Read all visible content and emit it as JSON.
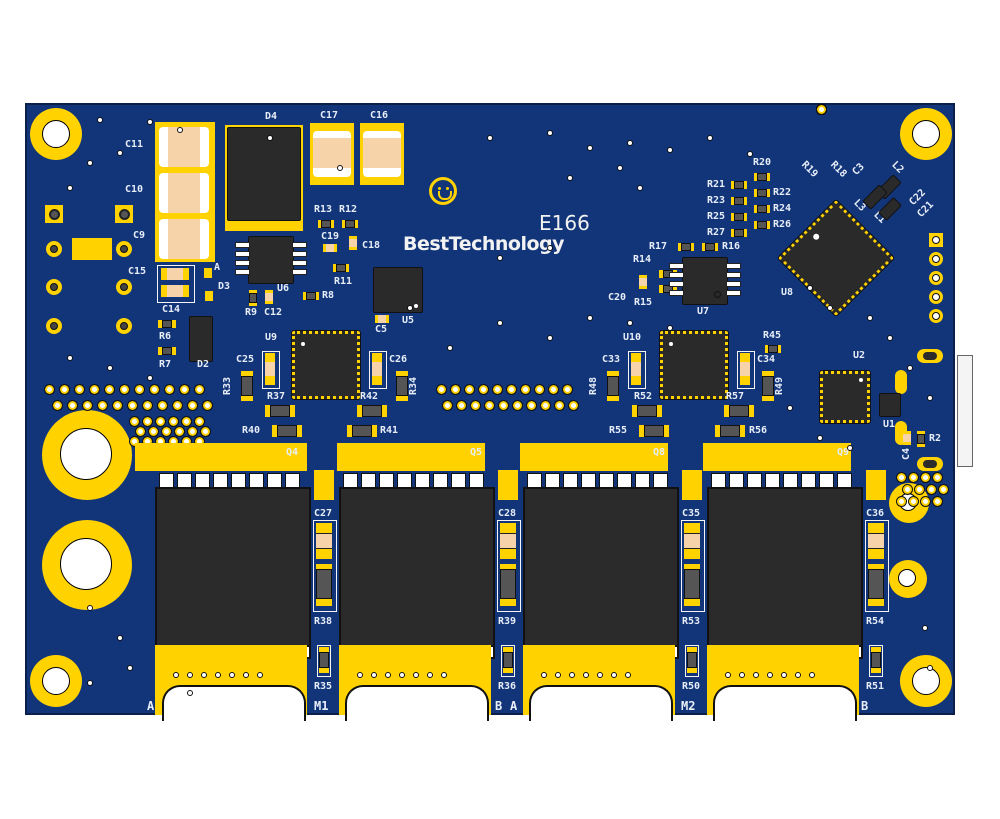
{
  "board": {
    "name": "E166",
    "brand": "BestTechnology",
    "colors": {
      "soldermask": "#12357a",
      "copper": "#ffd200",
      "silkscreen": "#e8eef8",
      "ic_body": "#2a2a2a",
      "capacitor_body": "#f7d3a9"
    }
  },
  "labels": {
    "D4": "D4",
    "C17": "C17",
    "C16": "C16",
    "C11": "C11",
    "C10": "C10",
    "C9": "C9",
    "C15": "C15",
    "C14": "C14",
    "D3": "D3",
    "A_d3": "A",
    "U6": "U6",
    "R13": "R13",
    "R12": "R12",
    "C19": "C19",
    "C18": "C18",
    "R11": "R11",
    "R8": "R8",
    "R9": "R9",
    "C12": "C12",
    "U5": "U5",
    "C5": "C5",
    "R6": "R6",
    "R7": "R7",
    "D2": "D2",
    "R20": "R20",
    "R21": "R21",
    "R22": "R22",
    "R23": "R23",
    "R24": "R24",
    "R25": "R25",
    "R26": "R26",
    "R27": "R27",
    "R19": "R19",
    "R18": "R18",
    "C3": "C3",
    "L2": "L2",
    "L3": "L3",
    "L1": "L1",
    "C22": "C22",
    "C21": "C21",
    "R17": "R17",
    "R16": "R16",
    "R14": "R14",
    "R15": "R15",
    "C20": "C20",
    "U7": "U7",
    "U8": "U8",
    "U9": "U9",
    "C25": "C25",
    "C26": "C26",
    "R33": "R33",
    "R34": "R34",
    "R37": "R37",
    "R42": "R42",
    "R40": "R40",
    "R41": "R41",
    "U10": "U10",
    "C33": "C33",
    "C34": "C34",
    "R48": "R48",
    "R49": "R49",
    "R52": "R52",
    "R57": "R57",
    "R55": "R55",
    "R56": "R56",
    "R45": "R45",
    "U2": "U2",
    "U1": "U1",
    "C4": "C4",
    "R2": "R2",
    "Q4": "Q4",
    "Q5": "Q5",
    "Q8": "Q8",
    "Q9": "Q9",
    "C27": "C27",
    "C28": "C28",
    "C35": "C35",
    "C36": "C36",
    "R38": "R38",
    "R39": "R39",
    "R53": "R53",
    "R54": "R54",
    "R35": "R35",
    "R36": "R36",
    "R50": "R50",
    "R51": "R51"
  },
  "terminals": {
    "t1": "A",
    "t2": "M1",
    "t3": "B",
    "t4": "A",
    "t5": "M2",
    "t6": "B"
  }
}
